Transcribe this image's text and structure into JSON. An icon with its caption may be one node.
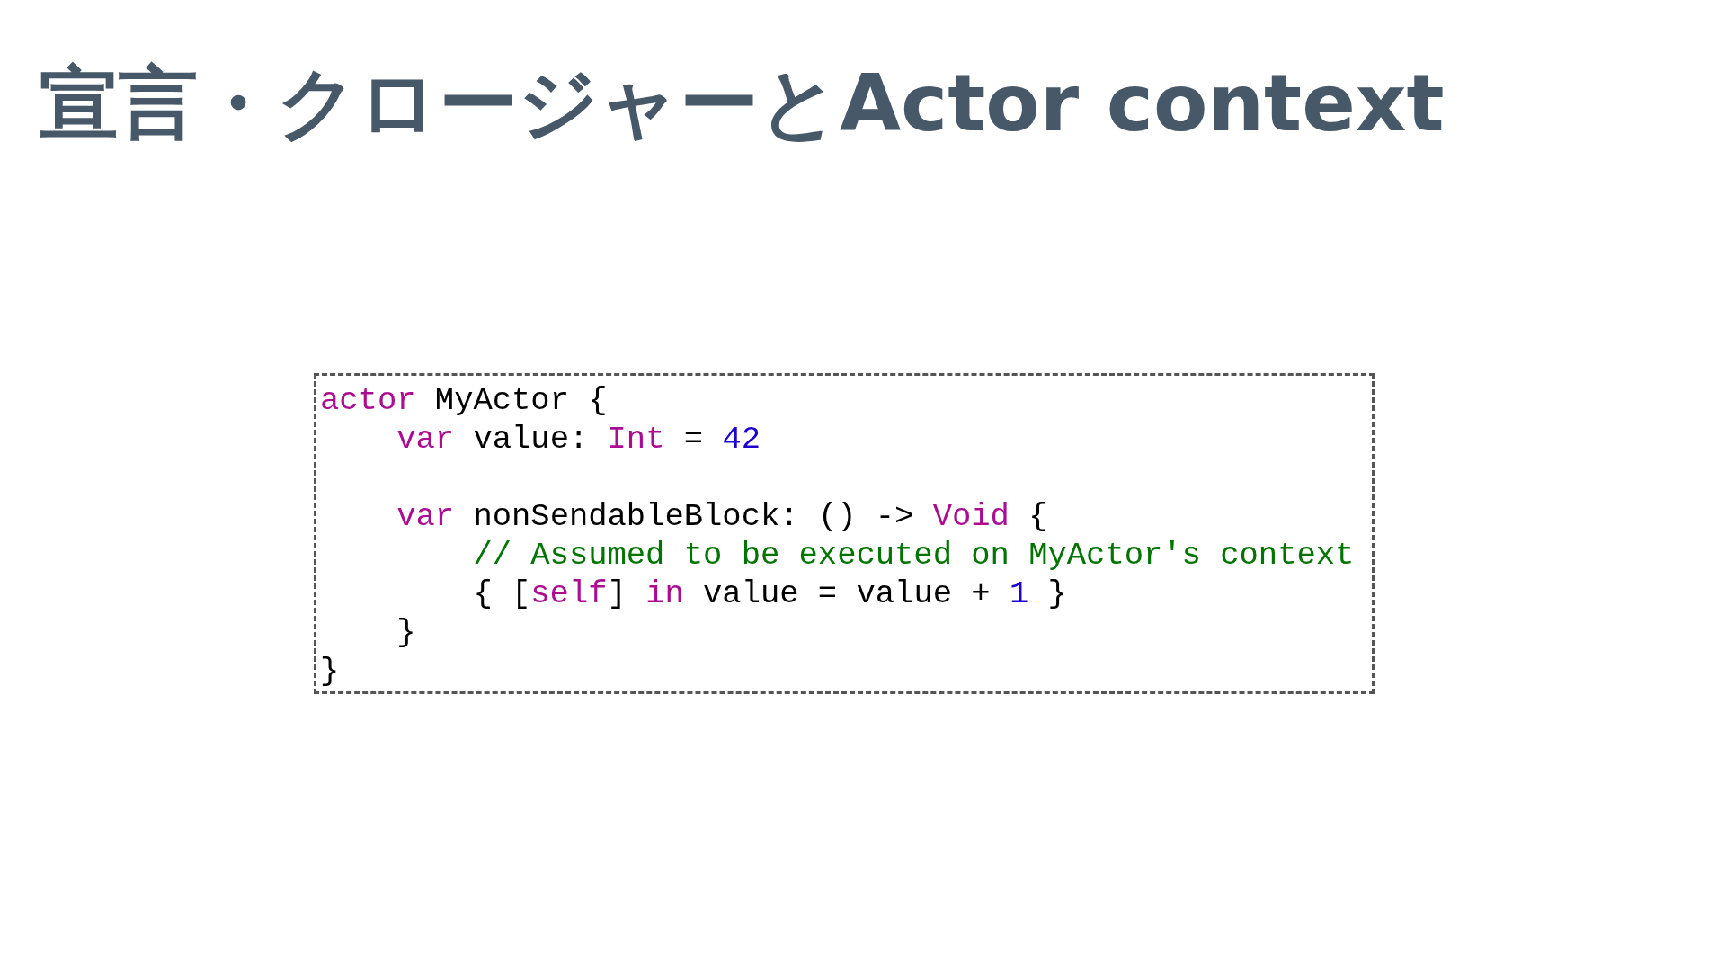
{
  "diagram": {
    "title": "宣言・クロージャーとActor context",
    "nodes": [
      {
        "text": [
          "actor MyActor {",
          "var value: Int = 42",
          "var nonSendableBlock: () -> Void {",
          "// Assumed to be executed on MyActor's context",
          "{ [self] in value = value + 1 }",
          "}",
          "}"
        ]
      }
    ]
  }
}
